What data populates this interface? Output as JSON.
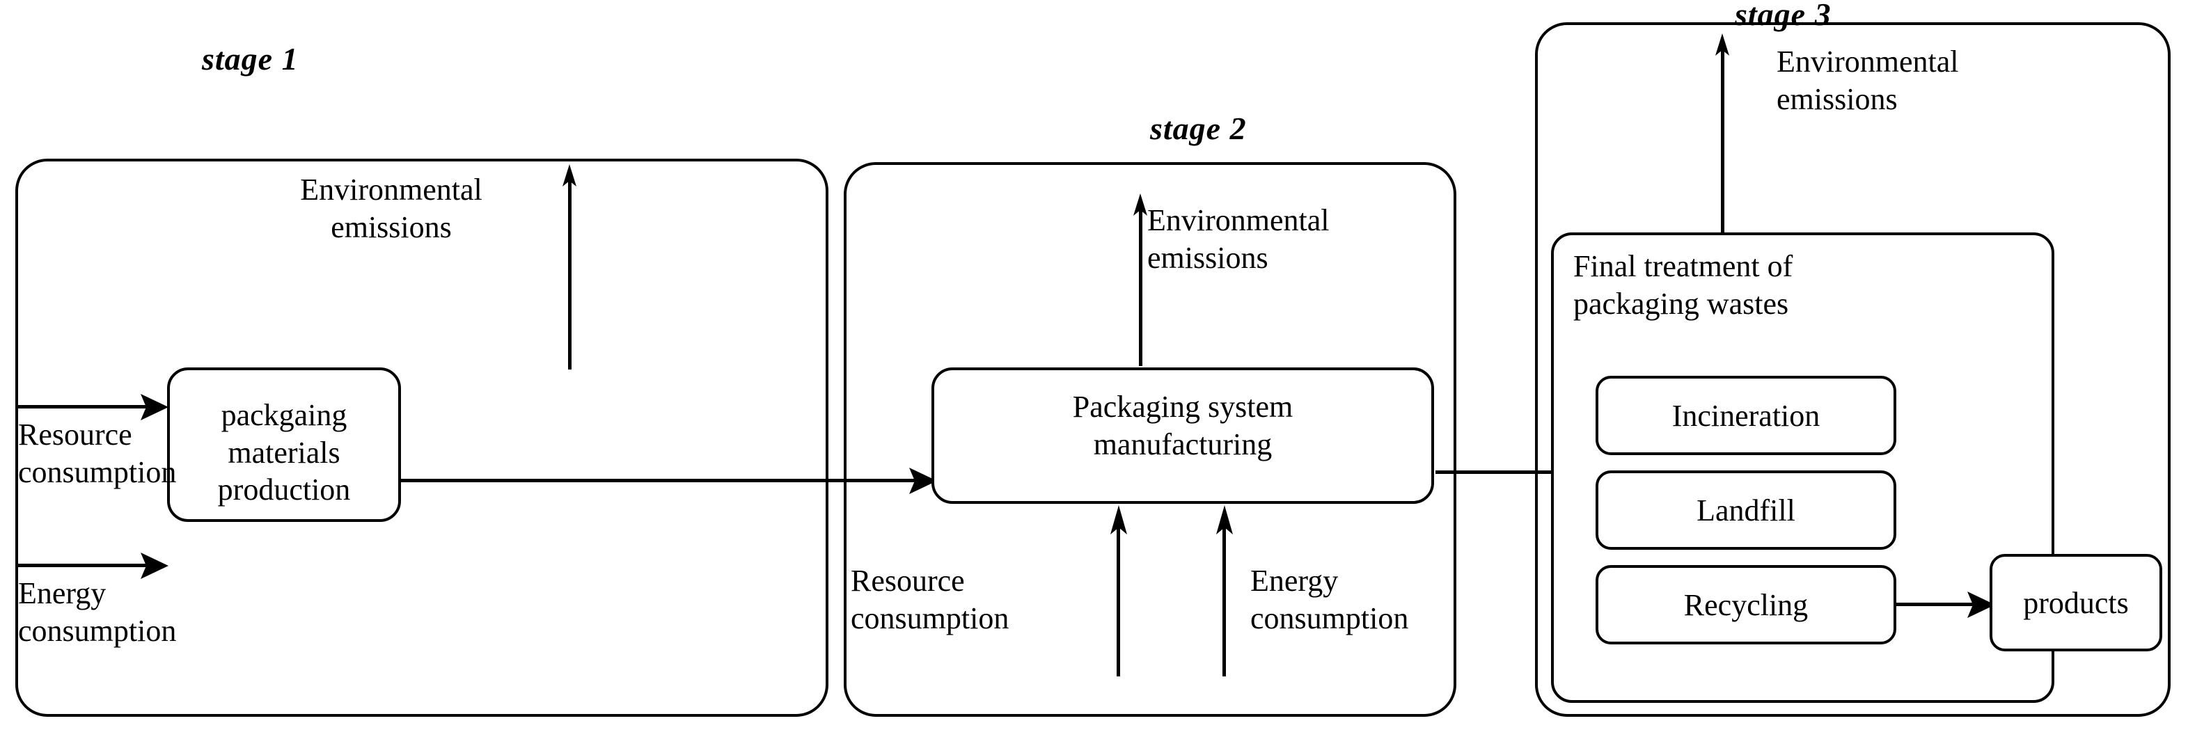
{
  "diagram": {
    "title_absent": true,
    "stages": [
      {
        "label": "stage 1",
        "process_box": "packgaing  materials\nproduction",
        "emission_label": "Environmental\nemissions",
        "inputs": [
          {
            "label": "Resource\nconsumption"
          },
          {
            "label": "Energy\nconsumption"
          }
        ]
      },
      {
        "label": "stage 2",
        "process_box": "Packaging system\nmanufacturing",
        "emission_label": "Environmental\nemissions",
        "inputs": [
          {
            "label": "Resource\nconsumption"
          },
          {
            "label": "Energy\nconsumption"
          }
        ]
      },
      {
        "label": "stage 3",
        "process_box": "Final  treatment of\npackaging wastes",
        "emission_label": "Environmental\nemissions",
        "treatments": [
          {
            "label": "Incineration"
          },
          {
            "label": "Landfill"
          },
          {
            "label": "Recycling"
          }
        ],
        "output_box": "products"
      }
    ],
    "colors": {
      "stroke": "#000000",
      "background": "#ffffff"
    }
  }
}
